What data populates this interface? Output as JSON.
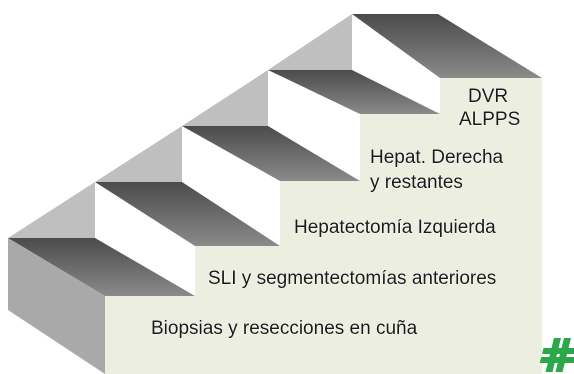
{
  "steps": [
    {
      "label_lines": [
        "Biopsias y resecciones en cuña"
      ]
    },
    {
      "label_lines": [
        "SLI  y segmentectomías anteriores"
      ]
    },
    {
      "label_lines": [
        "Hepatectomía Izquierda"
      ]
    },
    {
      "label_lines": [
        "Hepat. Derecha",
        "y  restantes"
      ]
    },
    {
      "label_lines": [
        "DVR",
        "ALPPS"
      ]
    }
  ],
  "colors": {
    "riser": "#ecefe0",
    "tread_dark": "#4b4b4b",
    "tread_light": "#8a8a8a",
    "side": "#a9a9a9",
    "side_top": "#bfbfbf",
    "logo": "#2aa84a"
  },
  "logo": {
    "icon": "hospital-cross-logo-icon"
  }
}
